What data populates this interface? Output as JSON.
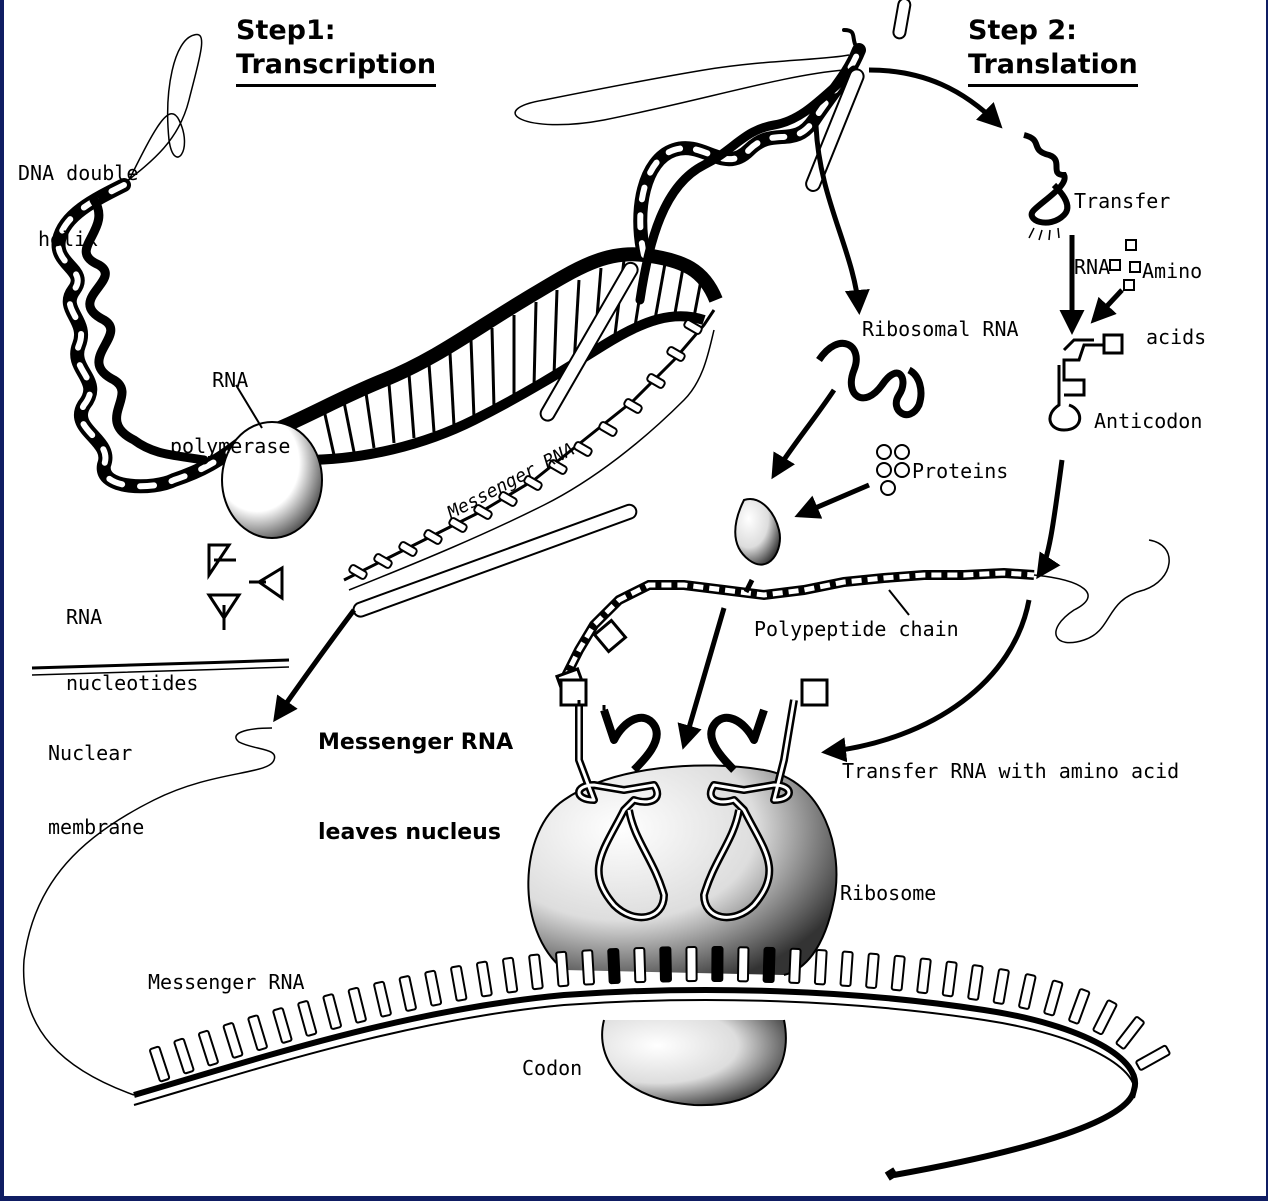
{
  "steps": {
    "step1": {
      "number": "Step1:",
      "name": "Transcription"
    },
    "step2": {
      "number": "Step 2:",
      "name": "Translation"
    }
  },
  "labels": {
    "dna_double_helix": [
      "DNA double",
      "helix"
    ],
    "rna_polymerase": [
      "RNA",
      "polymerase"
    ],
    "rna_nucleotides": [
      "RNA",
      "nucleotides"
    ],
    "messenger_rna_strand": "Messenger RNA",
    "nuclear_membrane": [
      "Nuclear",
      "membrane"
    ],
    "mrna_leaves_nucleus": [
      "Messenger RNA",
      "leaves nucleus"
    ],
    "transfer_rna": [
      "Transfer",
      "RNA"
    ],
    "amino_acids": [
      "Amino",
      "acids"
    ],
    "ribosomal_rna": "Ribosomal RNA",
    "anticodon": "Anticodon",
    "proteins": "Proteins",
    "polypeptide_chain": "Polypeptide chain",
    "transfer_rna_with_amino_acid": "Transfer RNA with amino acid",
    "ribosome": "Ribosome",
    "messenger_rna": "Messenger RNA",
    "codon": "Codon"
  },
  "colors": {
    "background": "#0f1d63",
    "canvas": "#ffffff",
    "ink": "#000000"
  }
}
